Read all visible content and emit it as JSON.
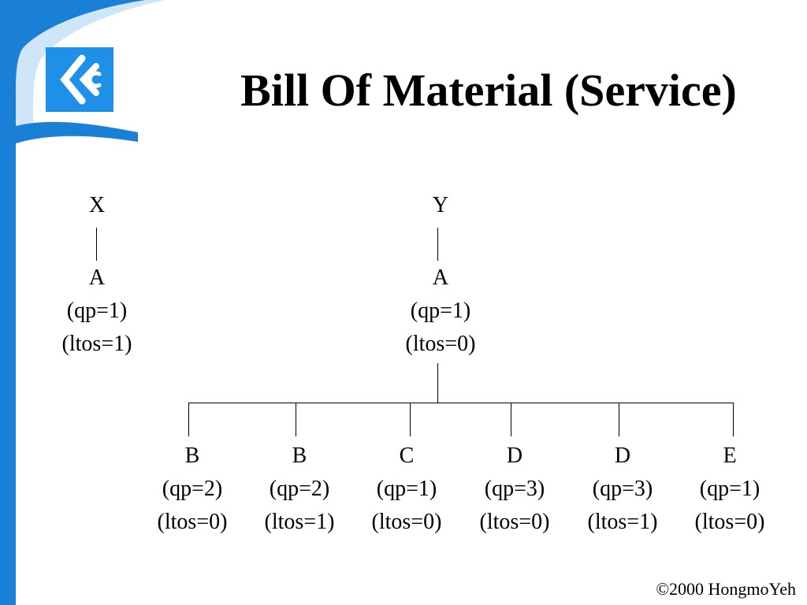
{
  "slide": {
    "title": "Bill Of Material (Service)",
    "copyright": "©2000 HongmoYeh"
  },
  "logo": {
    "icon": "double-chevron-logo-icon",
    "color": "#1e90e8"
  },
  "colors": {
    "sidebar": "#1a7fd6",
    "sidebar_light": "#cfe6f8",
    "text": "#000000",
    "line": "#000000"
  },
  "tree_x": {
    "root": {
      "name": "X"
    },
    "child": {
      "name": "A",
      "qp": "(qp=1)",
      "ltos": "(ltos=1)"
    }
  },
  "tree_y": {
    "root": {
      "name": "Y"
    },
    "child": {
      "name": "A",
      "qp": "(qp=1)",
      "ltos": "(ltos=0)"
    },
    "components": [
      {
        "name": "B",
        "qp": "(qp=2)",
        "ltos": "(ltos=0)"
      },
      {
        "name": "B",
        "qp": "(qp=2)",
        "ltos": "(ltos=1)"
      },
      {
        "name": "C",
        "qp": "(qp=1)",
        "ltos": "(ltos=0)"
      },
      {
        "name": "D",
        "qp": "(qp=3)",
        "ltos": "(ltos=0)"
      },
      {
        "name": "D",
        "qp": "(qp=3)",
        "ltos": "(ltos=1)"
      },
      {
        "name": "E",
        "qp": "(qp=1)",
        "ltos": "(ltos=0)"
      }
    ]
  }
}
